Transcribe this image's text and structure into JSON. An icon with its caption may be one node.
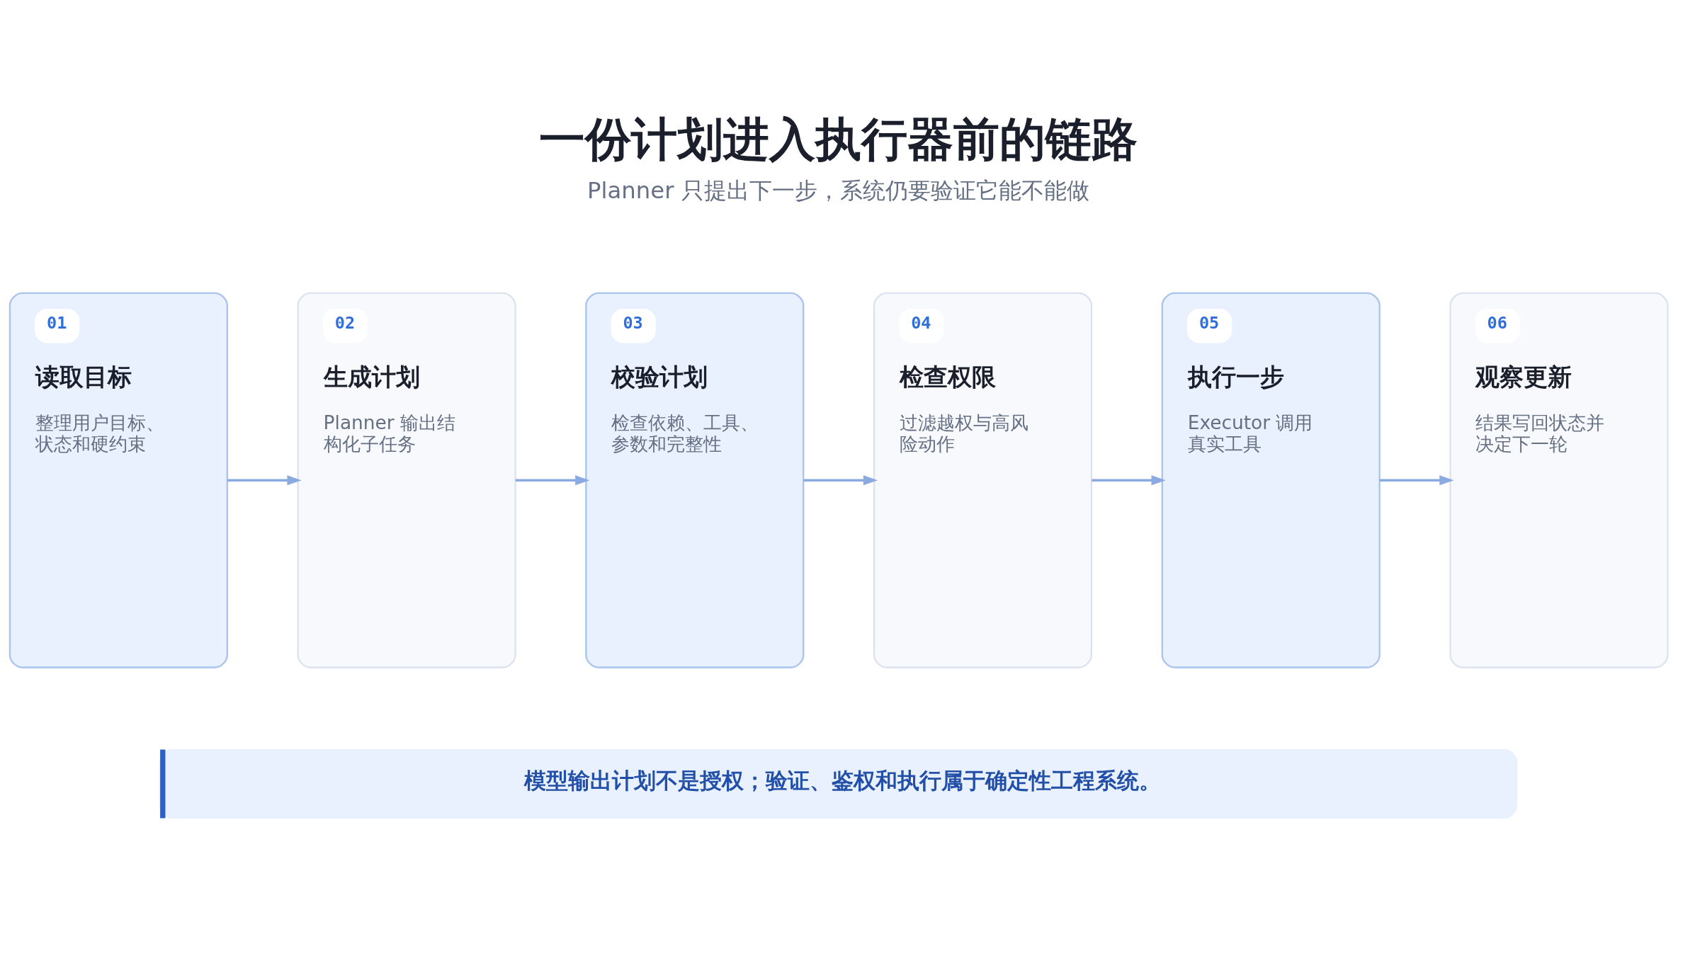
{
  "diagram": {
    "title": "一份计划进入执行器前的链路",
    "nodes": [
      {
        "text": [
          "01",
          "读取目标",
          "整理用户目标、状态和硬约束"
        ]
      },
      {
        "text": [
          "02",
          "生成计划",
          "Planner 输出结构化子任务"
        ]
      },
      {
        "text": [
          "03",
          "校验计划",
          "检查依赖、工具、参数和完整性"
        ]
      },
      {
        "text": [
          "04",
          "检查权限",
          "过滤越权与高风险动作"
        ]
      },
      {
        "text": [
          "05",
          "执行一步",
          "Executor 调用真实工具"
        ]
      },
      {
        "text": [
          "06",
          "观察更新",
          "结果写回状态并决定下一轮"
        ]
      },
      {
        "text": [
          "模型输出计划不是授权；验证、鉴权和执行属于确定性工程系统。"
        ]
      }
    ],
    "edges": [
      {
        "from": 0,
        "to": 1,
        "arrow": "to"
      },
      {
        "from": 1,
        "to": 2,
        "arrow": "to"
      },
      {
        "from": 2,
        "to": 3,
        "arrow": "to"
      },
      {
        "from": 3,
        "to": 4,
        "arrow": "to"
      },
      {
        "from": 4,
        "to": 5,
        "arrow": "to"
      }
    ],
    "labels": [
      "Planner 只提出下一步，系统仍要验证它能不能做"
    ]
  }
}
